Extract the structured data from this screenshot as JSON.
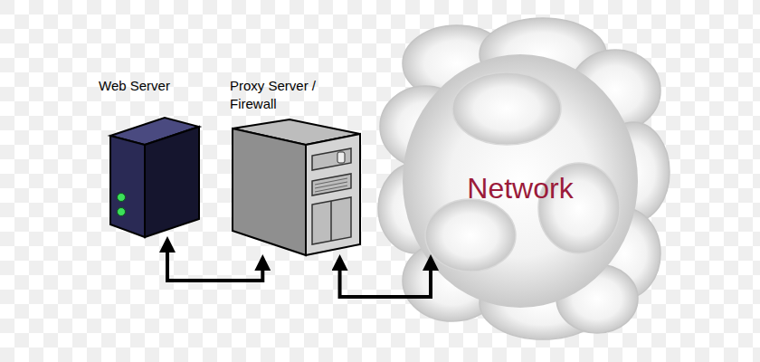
{
  "diagram": {
    "nodes": [
      {
        "text": [
          "Web Server"
        ]
      },
      {
        "text": [
          "Proxy Server / Firewall"
        ]
      },
      {
        "text": [
          "Network"
        ]
      }
    ],
    "edges": [
      {
        "from": 0,
        "to": 1,
        "arrow": "both"
      },
      {
        "from": 1,
        "to": 2,
        "arrow": "both"
      }
    ]
  }
}
